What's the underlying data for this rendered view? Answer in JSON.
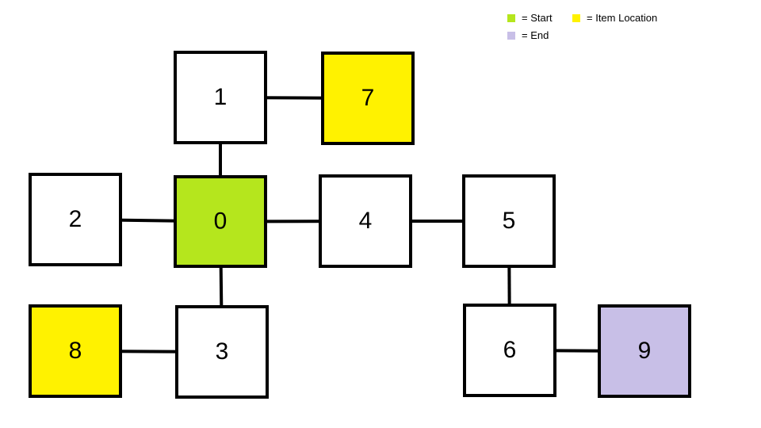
{
  "legend": {
    "start": {
      "label": "= Start",
      "color": "#b5e61d"
    },
    "item": {
      "label": "= Item Location",
      "color": "#fff200"
    },
    "end": {
      "label": "= End",
      "color": "#c8bfe7"
    }
  },
  "rooms": [
    {
      "id": "0",
      "label": "0",
      "type": "start"
    },
    {
      "id": "1",
      "label": "1",
      "type": "normal"
    },
    {
      "id": "2",
      "label": "2",
      "type": "normal"
    },
    {
      "id": "3",
      "label": "3",
      "type": "normal"
    },
    {
      "id": "4",
      "label": "4",
      "type": "normal"
    },
    {
      "id": "5",
      "label": "5",
      "type": "normal"
    },
    {
      "id": "6",
      "label": "6",
      "type": "normal"
    },
    {
      "id": "7",
      "label": "7",
      "type": "item"
    },
    {
      "id": "8",
      "label": "8",
      "type": "item"
    },
    {
      "id": "9",
      "label": "9",
      "type": "end"
    }
  ],
  "connections": [
    [
      "0",
      "1"
    ],
    [
      "1",
      "7"
    ],
    [
      "0",
      "2"
    ],
    [
      "0",
      "4"
    ],
    [
      "4",
      "5"
    ],
    [
      "0",
      "3"
    ],
    [
      "3",
      "8"
    ],
    [
      "5",
      "6"
    ],
    [
      "6",
      "9"
    ]
  ],
  "colors": {
    "normal": "#ffffff",
    "start": "#b5e61d",
    "item": "#fff200",
    "end": "#c8bfe7",
    "stroke": "#000000"
  }
}
